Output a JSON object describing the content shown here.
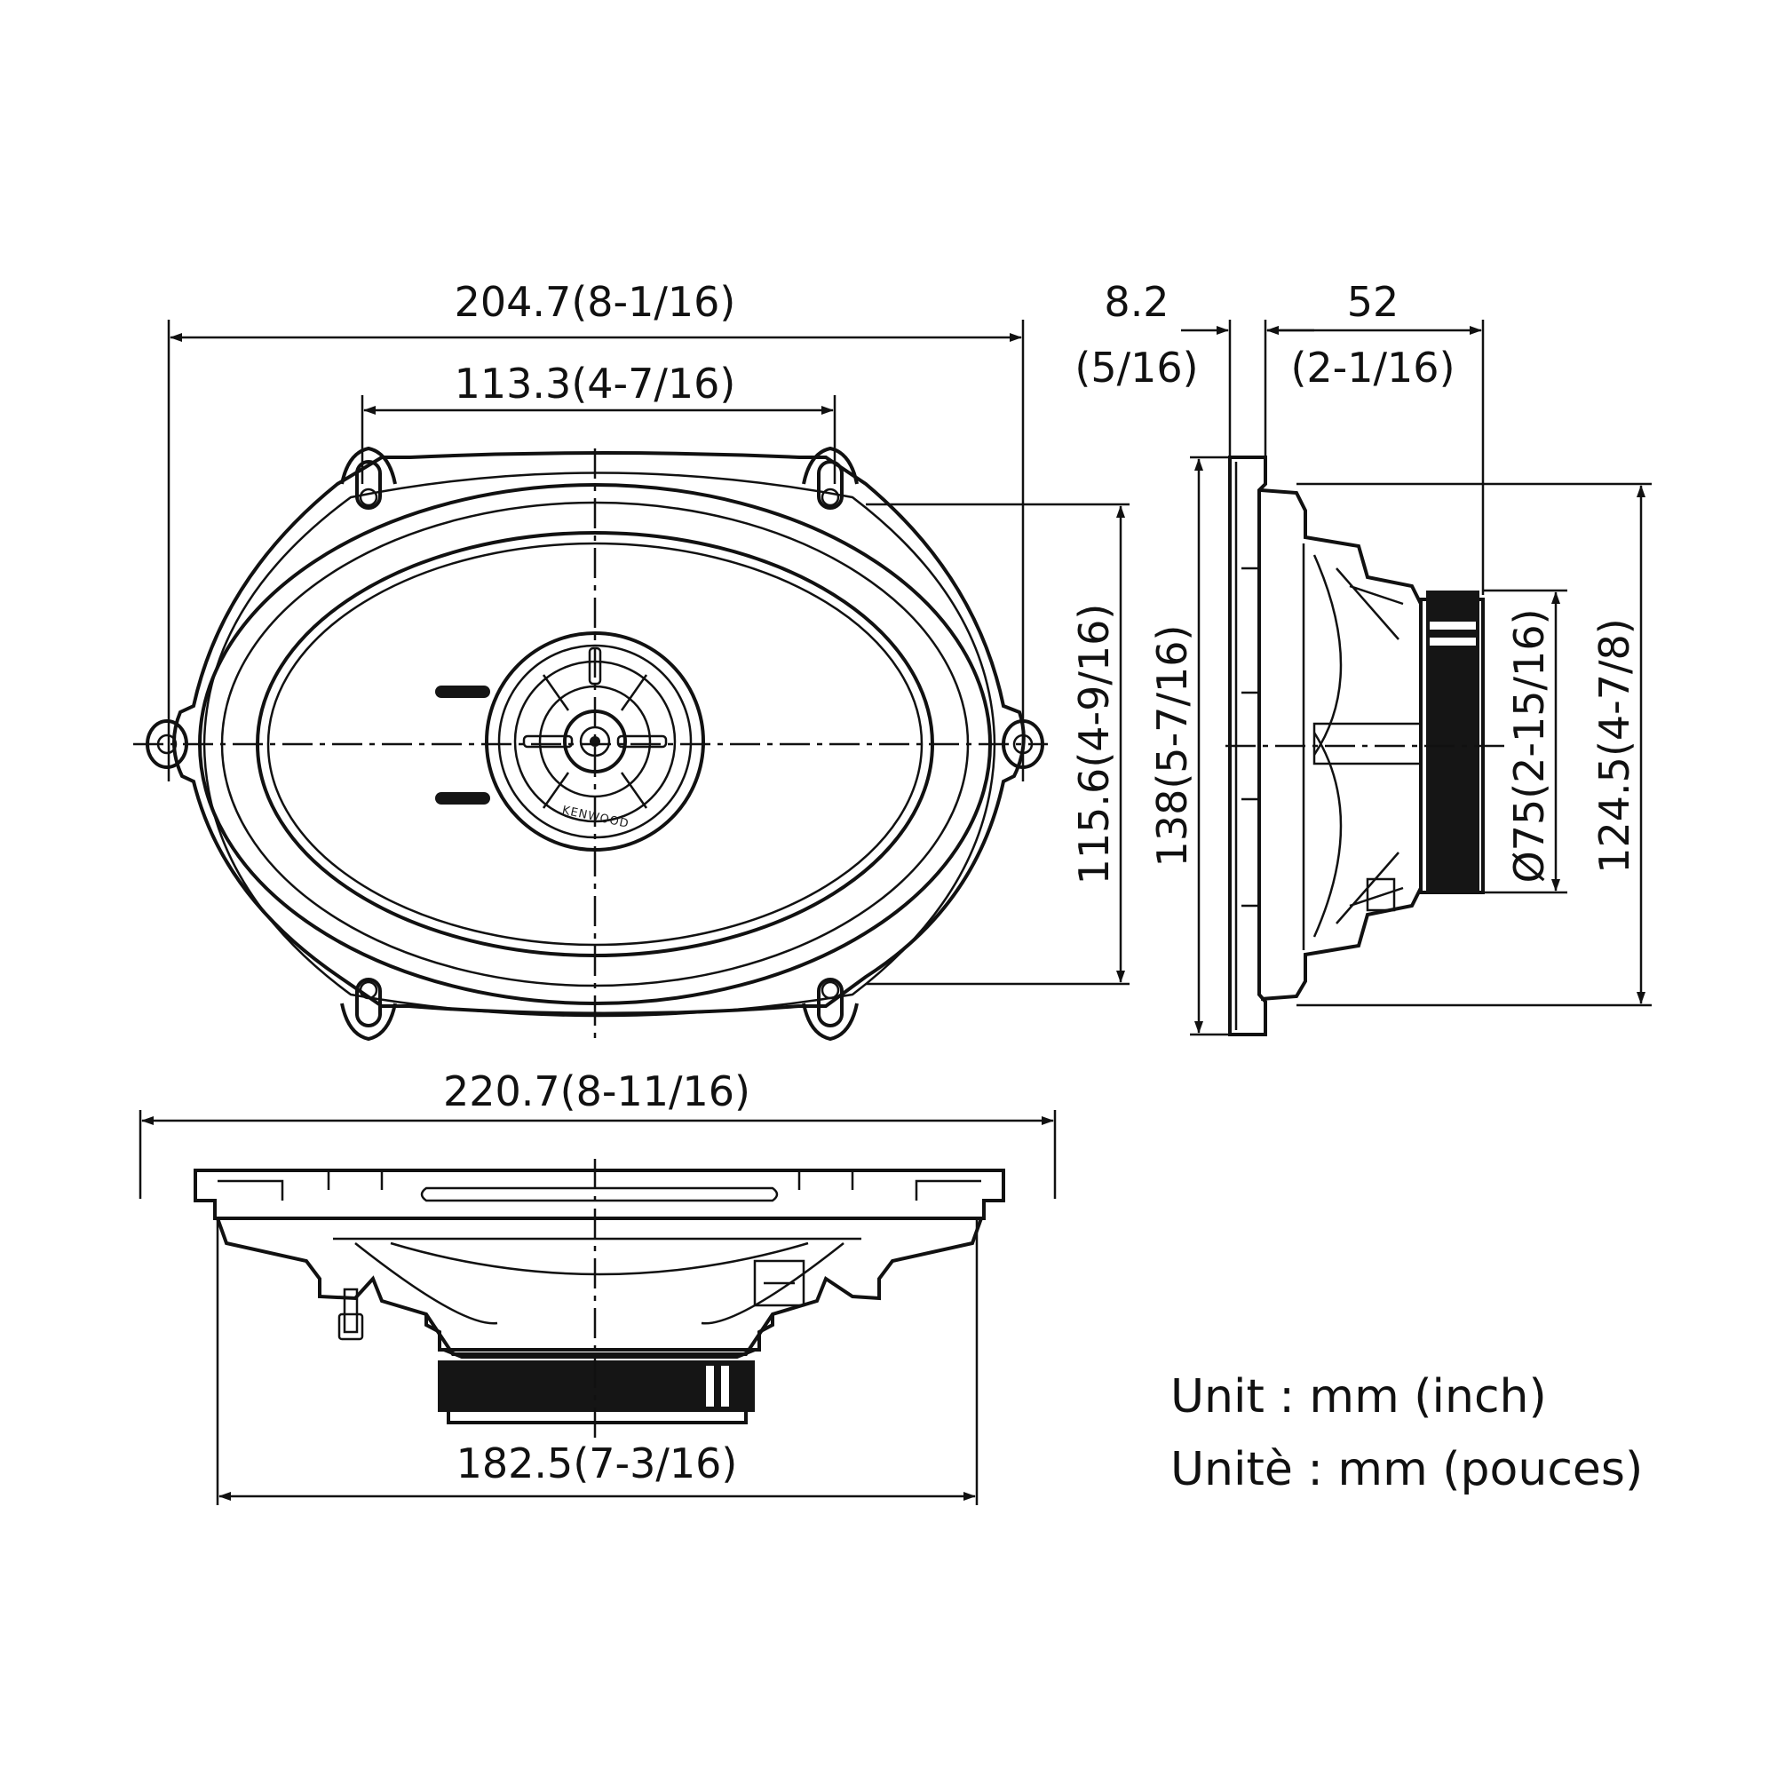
{
  "brand_logo": "KENWOOD",
  "front_view": {
    "width_overall": "204.7(8-1/16)",
    "mount_hole_spacing": "113.3(4-7/16)",
    "height_mount": "115.6(4-9/16)"
  },
  "side_view": {
    "flange_thickness": "8.2",
    "flange_thickness_inch": "(5/16)",
    "mount_depth": "52",
    "mount_depth_inch": "(2-1/16)",
    "height_overall": "138(5-7/16)",
    "magnet_diameter": "Ø75(2-15/16)",
    "cutout_height": "124.5(4-7/8)"
  },
  "bottom_view": {
    "width_overall": "220.7(8-11/16)",
    "basket_width": "182.5(7-3/16)"
  },
  "units": {
    "english": "Unit : mm (inch)",
    "french": "Unitè : mm (pouces)"
  }
}
